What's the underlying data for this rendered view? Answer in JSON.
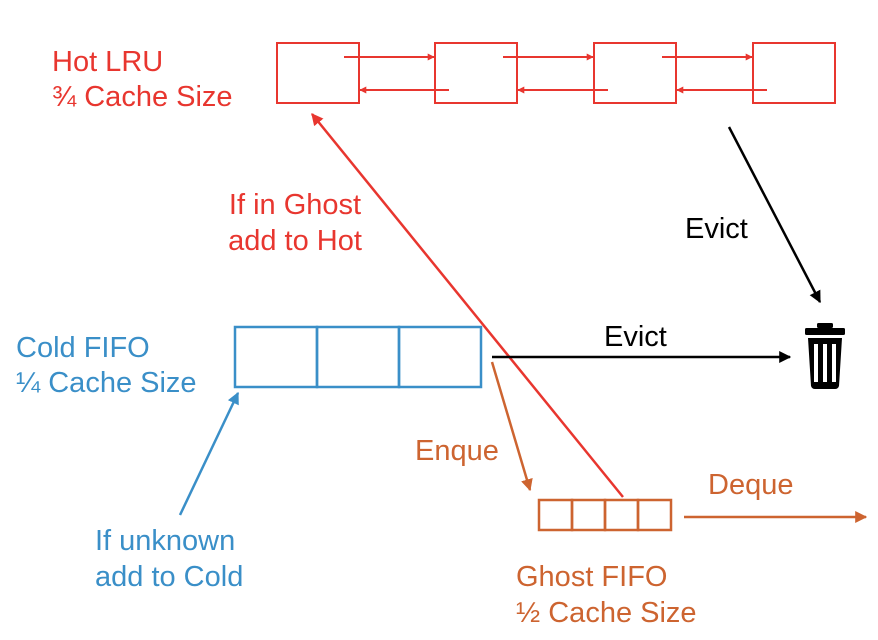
{
  "colors": {
    "hot": "#e8362f",
    "cold": "#3a8fc8",
    "ghost": "#cd6430",
    "evict": "#000000"
  },
  "hot_lru": {
    "title_line1": "Hot LRU",
    "title_line2": "¾ Cache Size",
    "node_count": 4
  },
  "cold_fifo": {
    "title_line1": "Cold FIFO",
    "title_line2": "¼ Cache Size",
    "cell_count": 3
  },
  "ghost_fifo": {
    "title_line1": "Ghost FIFO",
    "title_line2": "½ Cache Size",
    "cell_count": 4
  },
  "labels": {
    "hot_evict": "Evict",
    "cold_evict": "Evict",
    "ghost_to_hot_line1": "If in Ghost",
    "ghost_to_hot_line2": "add to Hot",
    "unknown_line1": "If unknown",
    "unknown_line2": "add to Cold",
    "enque": "Enque",
    "deque": "Deque"
  },
  "icons": {
    "trash": "trash-can-icon"
  }
}
